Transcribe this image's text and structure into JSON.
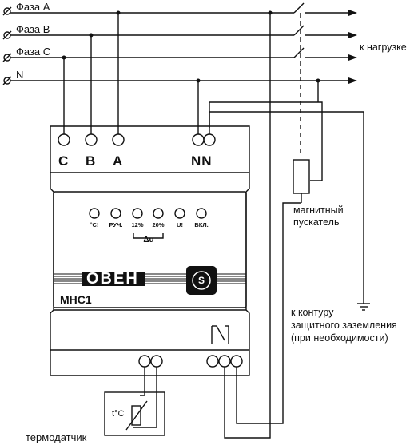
{
  "diagram": {
    "phases": [
      "Фаза A",
      "Фаза B",
      "Фаза C"
    ],
    "neutral": "N",
    "load_label": "к нагрузке",
    "contactor_label": [
      "магнитный",
      "пускатель"
    ],
    "ground_label": [
      "к контуру",
      "защитного заземления",
      "(при необходимости)"
    ],
    "sensor_label": "термодатчик",
    "sensor_symbol": "t°C",
    "terminals": {
      "c": "C",
      "b": "B",
      "a": "A",
      "n": "NN"
    },
    "device": {
      "model": "МНС1",
      "logo": "ОВЕН",
      "badge": "S",
      "indicators": [
        "°C!",
        "РУЧ.",
        "12%",
        "20%",
        "U!",
        "ВКЛ."
      ],
      "delta_u": "Δu"
    }
  }
}
